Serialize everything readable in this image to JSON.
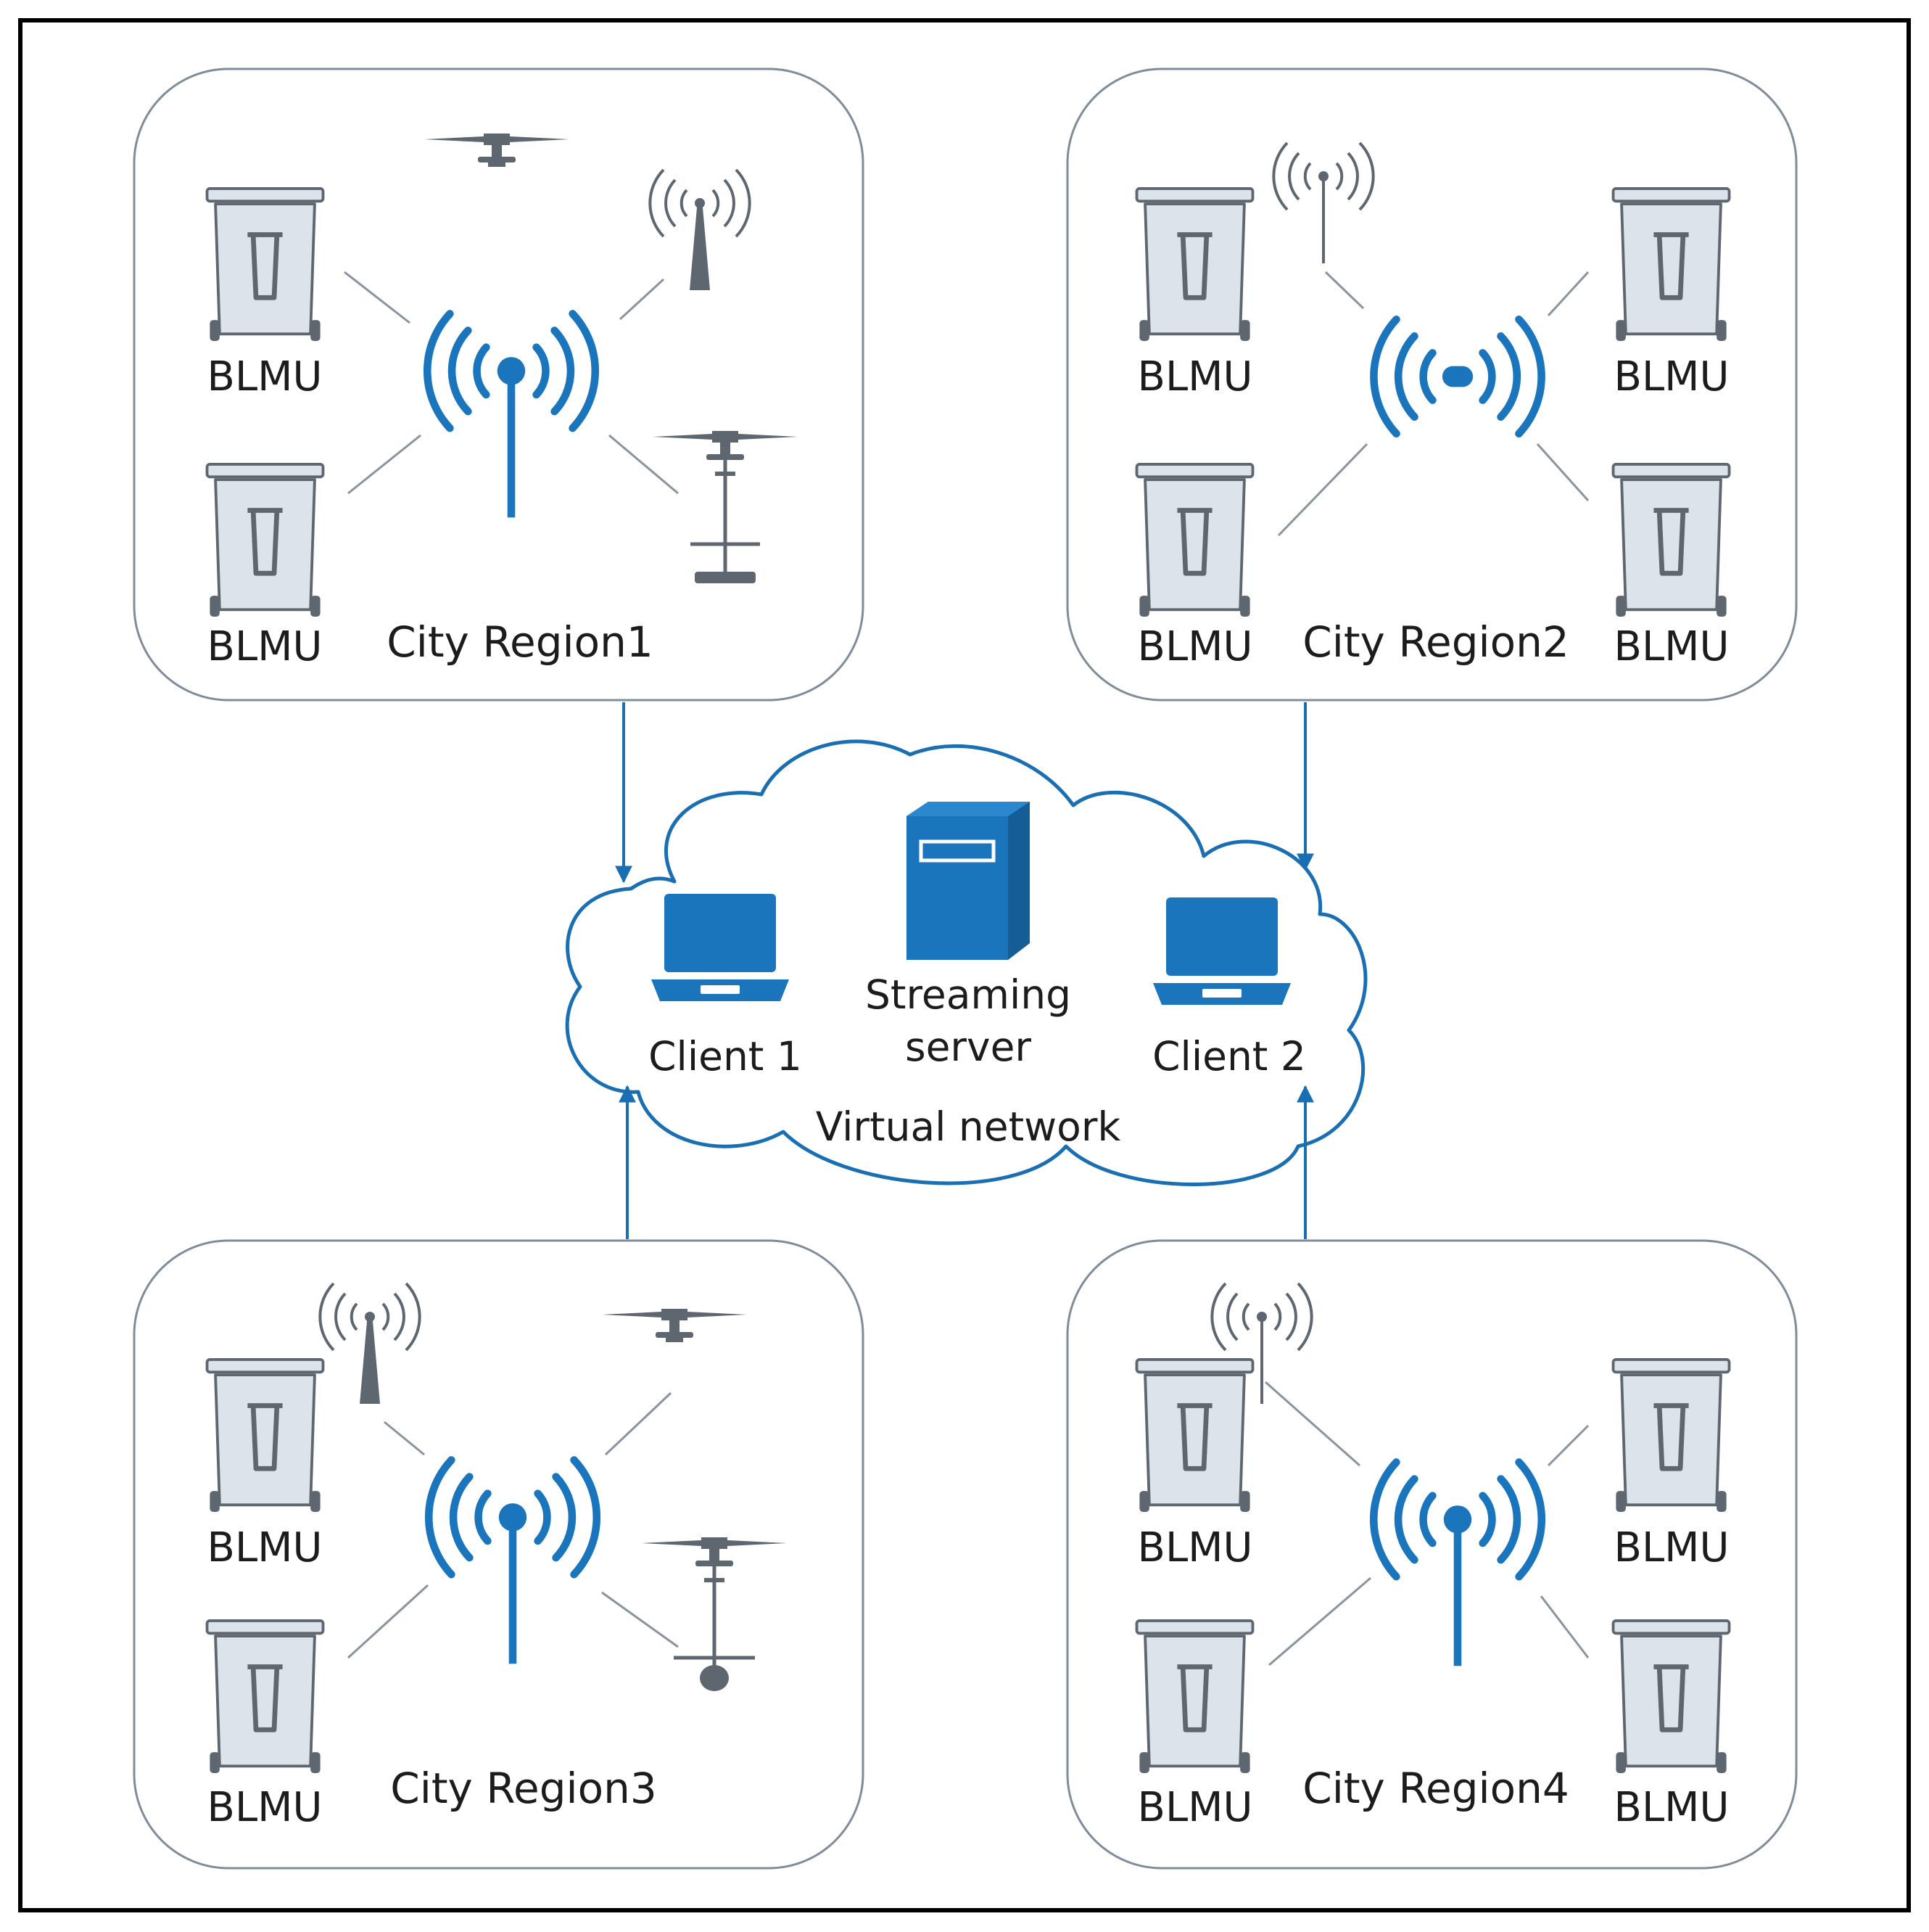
{
  "colors": {
    "accent_blue": "#1a75bc",
    "bin_fill": "#dde3ea",
    "bin_stroke": "#5e6770",
    "device_gray": "#5e6770",
    "region_border": "#7f8c99"
  },
  "icons": [
    "trash-bin-icon",
    "wireless-access-point-icon",
    "cell-tower-icon",
    "drone-icon",
    "laptop-icon",
    "server-icon",
    "cloud-icon"
  ],
  "regions": [
    {
      "name": "City Region1",
      "bins": [
        "BLMU",
        "BLMU"
      ]
    },
    {
      "name": "City Region2",
      "bins": [
        "BLMU",
        "BLMU",
        "BLMU",
        "BLMU"
      ]
    },
    {
      "name": "City Region3",
      "bins": [
        "BLMU",
        "BLMU"
      ]
    },
    {
      "name": "City Region4",
      "bins": [
        "BLMU",
        "BLMU",
        "BLMU",
        "BLMU"
      ]
    }
  ],
  "cloud": {
    "label": "Virtual network",
    "client1": "Client 1",
    "client2": "Client 2",
    "server_line1": "Streaming",
    "server_line2": "server"
  }
}
